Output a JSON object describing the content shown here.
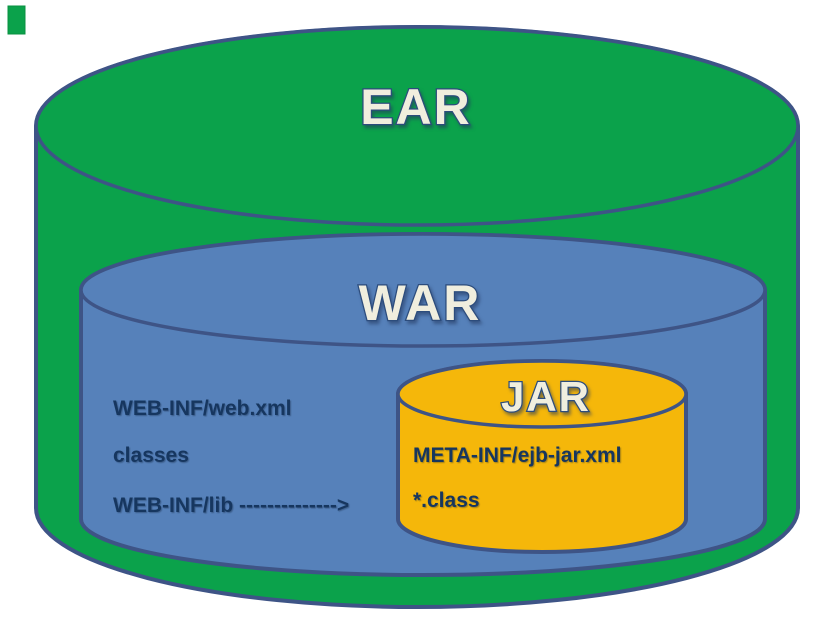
{
  "diagram": {
    "ear": {
      "label": "EAR"
    },
    "war": {
      "label": "WAR",
      "items": [
        "WEB-INF/web.xml",
        "classes",
        "WEB-INF/lib -------------->"
      ]
    },
    "jar": {
      "label": "JAR",
      "items": [
        "META-INF/ejb-jar.xml",
        "*.class"
      ]
    },
    "colors": {
      "ear_green": "#0BA24B",
      "war_blue": "#5681BA",
      "jar_gold": "#F5B70A",
      "outline_blue": "#3E5486",
      "item_text_navy": "#16365F",
      "big_label_cream": "#F0EEDE"
    }
  }
}
